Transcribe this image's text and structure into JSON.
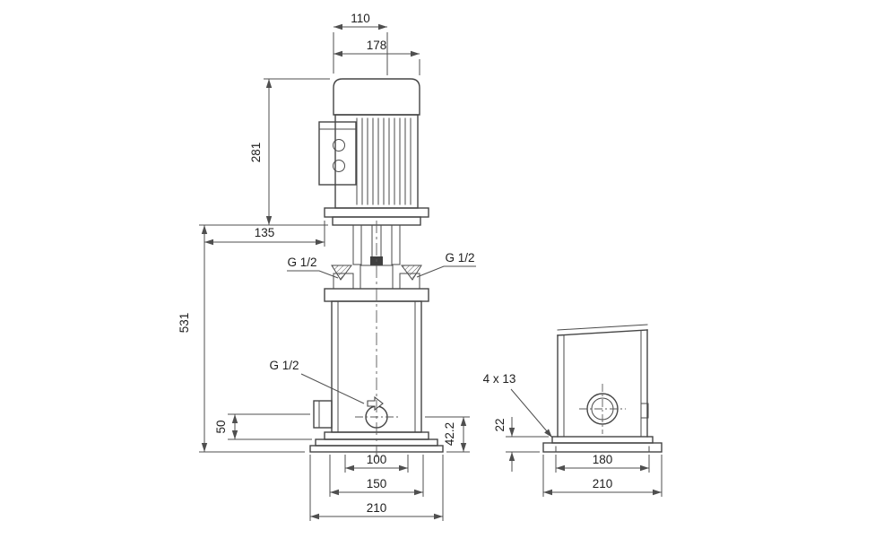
{
  "front_view": {
    "dim_fan_cover_width": "110",
    "dim_motor_width": "178",
    "dim_motor_height": "281",
    "dim_head_clearance": "135",
    "dim_pump_height": "531",
    "port_top_left_label": "G 1/2",
    "port_top_right_label": "G 1/2",
    "port_drain_label": "G 1/2",
    "dim_inlet_height": "50",
    "dim_outlet_height": "42.2",
    "dim_base_slot_span": "100",
    "dim_base_mid_span": "150",
    "dim_base_width": "210"
  },
  "side_view": {
    "bolt_holes_note": "4 x 13",
    "dim_base_plate_height": "22",
    "dim_bolt_span": "180",
    "dim_base_width": "210"
  }
}
